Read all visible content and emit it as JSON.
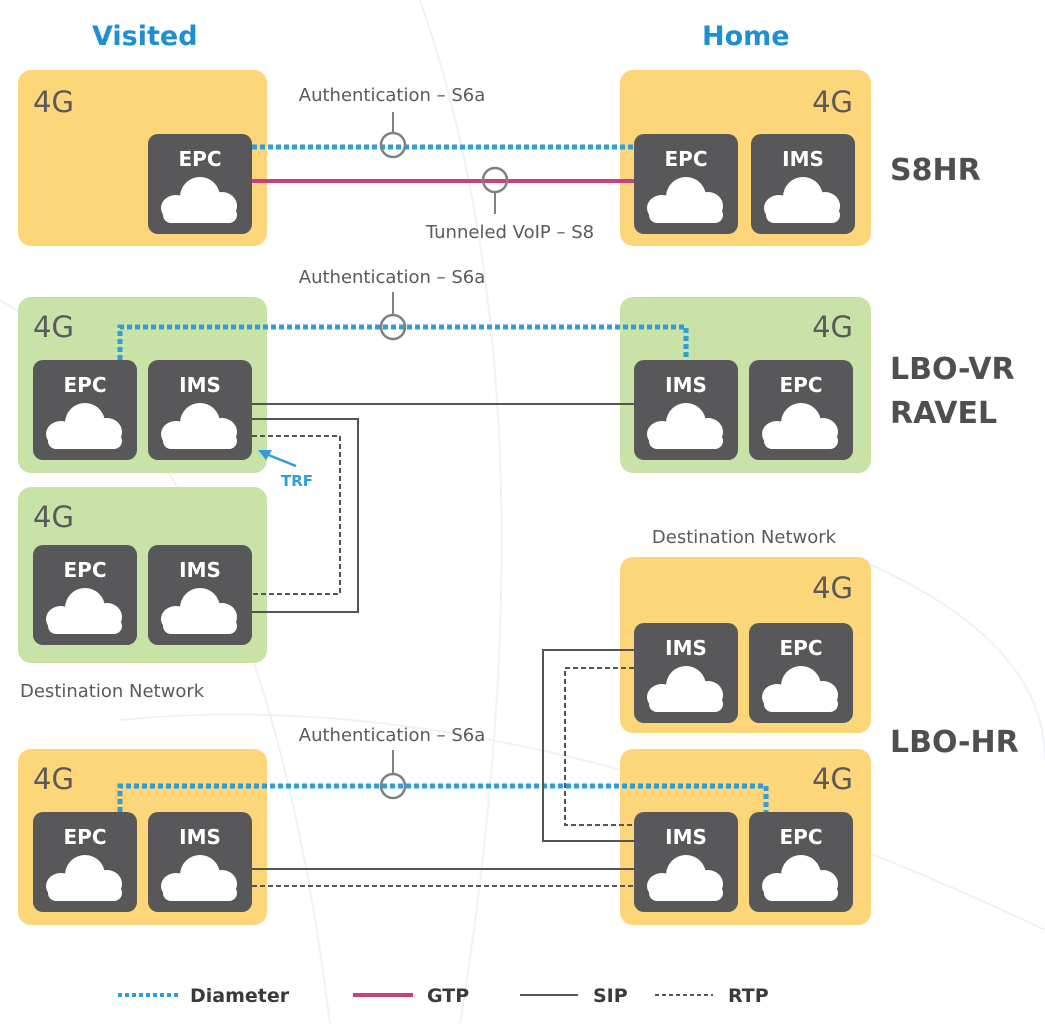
{
  "headers": {
    "visited": "Visited",
    "home": "Home"
  },
  "scenarios": {
    "s8hr": "S8HR",
    "lbo_vr_line1": "LBO-VR",
    "lbo_vr_line2": "RAVEL",
    "lbo_hr": "LBO-HR"
  },
  "network_label": "4G",
  "nodes": {
    "epc": "EPC",
    "ims": "IMS"
  },
  "captions": {
    "authentication": "Authentication – S6a",
    "tunneled_voip": "Tunneled VoIP – S8",
    "destination_network": "Destination Network",
    "trf": "TRF"
  },
  "legend": {
    "diameter": "Diameter",
    "gtp": "GTP",
    "sip": "SIP",
    "rtp": "RTP"
  },
  "colors": {
    "header_blue": "#1e8fd2",
    "diameter_blue": "#2f9ed8",
    "gtp_magenta": "#c8417f",
    "sip_rtp_gray": "#555555",
    "node_dark": "#58585a",
    "yellow_box": "#fdd67a",
    "green_box": "#c8e2a8",
    "scenario_text": "#4f4f51",
    "label_gray": "#5a5a5a"
  }
}
